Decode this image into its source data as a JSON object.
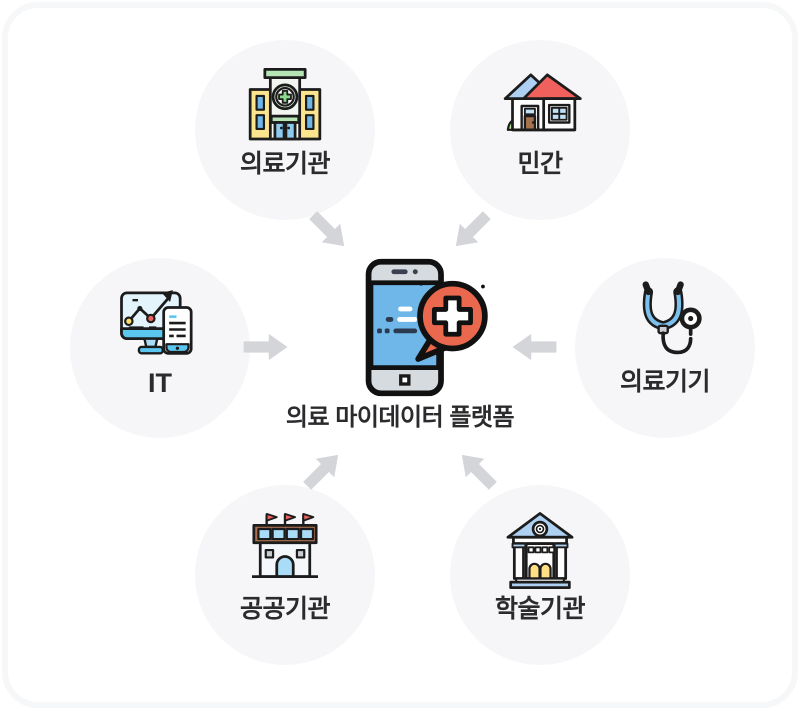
{
  "diagram": {
    "center": {
      "label": "의료 마이데이터 플랫폼",
      "icon": "smartphone-medical-chat-icon"
    },
    "nodes": [
      {
        "id": "medical-institution",
        "label": "의료기관",
        "icon": "hospital-icon",
        "position": "top-left"
      },
      {
        "id": "private-sector",
        "label": "민간",
        "icon": "house-icon",
        "position": "top-right"
      },
      {
        "id": "it",
        "label": "IT",
        "icon": "monitor-analytics-icon",
        "position": "middle-left"
      },
      {
        "id": "medical-device",
        "label": "의료기기",
        "icon": "stethoscope-icon",
        "position": "middle-right"
      },
      {
        "id": "public-institution",
        "label": "공공기관",
        "icon": "government-building-icon",
        "position": "bottom-left"
      },
      {
        "id": "academic-institution",
        "label": "학술기관",
        "icon": "academy-building-icon",
        "position": "bottom-right"
      }
    ],
    "arrows": [
      "medical-institution-to-center",
      "private-sector-to-center",
      "it-to-center",
      "medical-device-to-center",
      "public-institution-to-center",
      "academic-institution-to-center"
    ],
    "colors": {
      "background": "#ffffff",
      "frame_border": "#f6f7f8",
      "node_circle": "#f6f6f8",
      "arrow": "#d3d5d8",
      "label_text": "#2b2b2e",
      "outline": "#1c1c1c",
      "accent_coral": "#e9684e",
      "accent_blue": "#6fb7e9",
      "accent_sky": "#aed0f2",
      "accent_yellow": "#fce38e",
      "accent_green": "#b5e5b5",
      "accent_red": "#f0615e",
      "accent_brown": "#a9704e"
    }
  }
}
